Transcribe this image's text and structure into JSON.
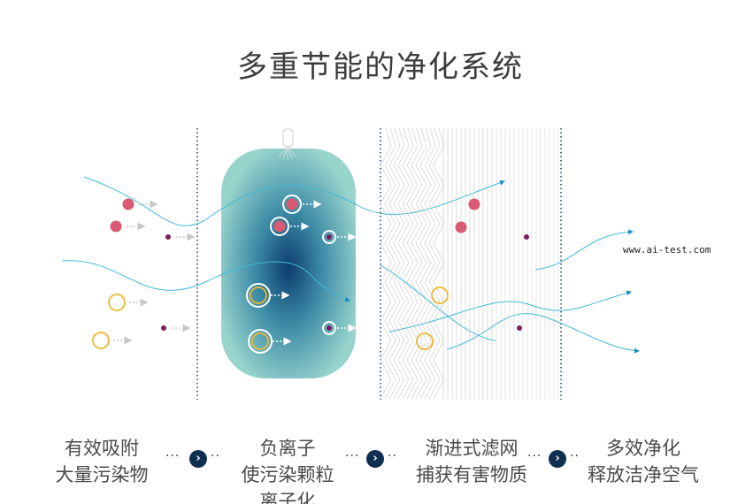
{
  "title": "多重节能的净化系统",
  "watermark": "www.ai-test.com",
  "steps": [
    {
      "line1": "有效吸附",
      "line2": "大量污染物"
    },
    {
      "line1": "负离子",
      "line2": "使污染颗粒",
      "line3": "离子化"
    },
    {
      "line1": "渐进式滤网",
      "line2": "捕获有害物质"
    },
    {
      "line1": "多效净化",
      "line2": "释放洁净空气"
    }
  ],
  "colors": {
    "accent": "#0f2f52",
    "curve": "#3fb6d8",
    "red": "#d85a73",
    "purple": "#7a1e5e",
    "yellow": "#e9b92e",
    "pill": "#8fcfca"
  }
}
